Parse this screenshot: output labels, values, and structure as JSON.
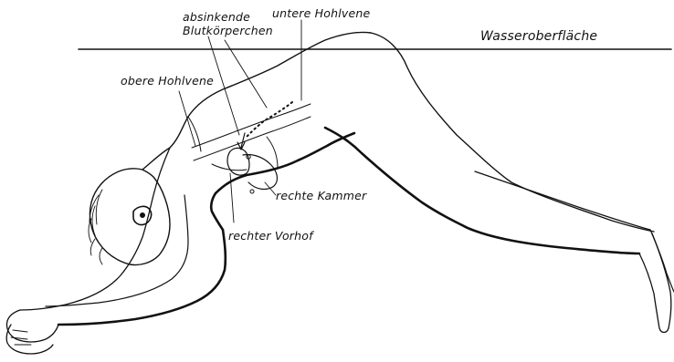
{
  "labels": {
    "absinkende": "absinkende",
    "blutkoerperchen": "Blutkörperchen",
    "untere_hohlvene": "untere Hohlvene",
    "wasseroberflaeche": "Wasseroberfläche",
    "obere_hohlvene": "obere Hohlvene",
    "rechte_kammer": "rechte Kammer",
    "rechter_vorhof": "rechter Vorhof"
  },
  "colors": {
    "ink": "#111111",
    "paper": "#ffffff"
  }
}
